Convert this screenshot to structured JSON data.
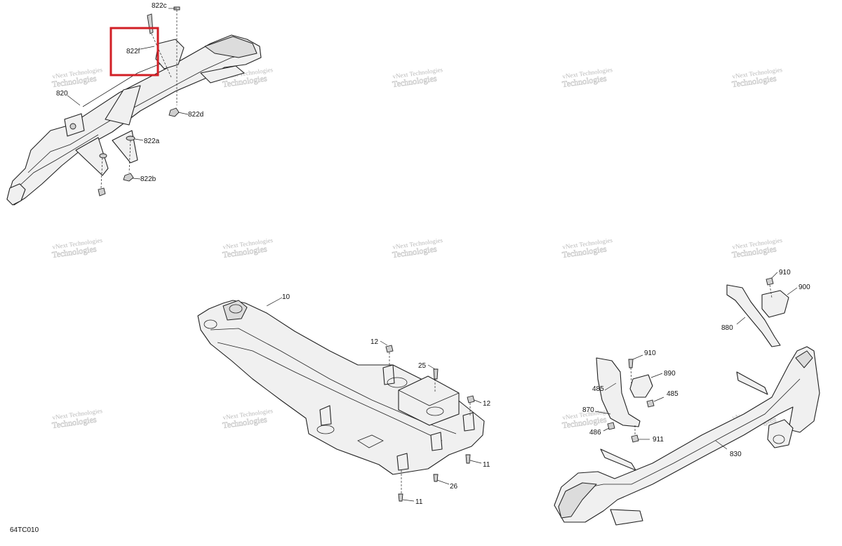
{
  "figure_code": "64TC010",
  "watermark": {
    "line1": "vNext Technologies",
    "line2": "Technologies"
  },
  "highlight_label": "822f",
  "callouts": {
    "p822c": "822c",
    "p822f": "822f",
    "p820": "820",
    "p822d": "822d",
    "p822a": "822a",
    "p822b": "822b",
    "p10": "10",
    "p12a": "12",
    "p25": "25",
    "p12b": "12",
    "p11a": "11",
    "p26": "26",
    "p11b": "11",
    "p910a": "910",
    "p900": "900",
    "p880": "880",
    "p910b": "910",
    "p890": "890",
    "p485a": "485",
    "p485b": "485",
    "p870": "870",
    "p486": "486",
    "p911": "911",
    "p830": "830"
  }
}
